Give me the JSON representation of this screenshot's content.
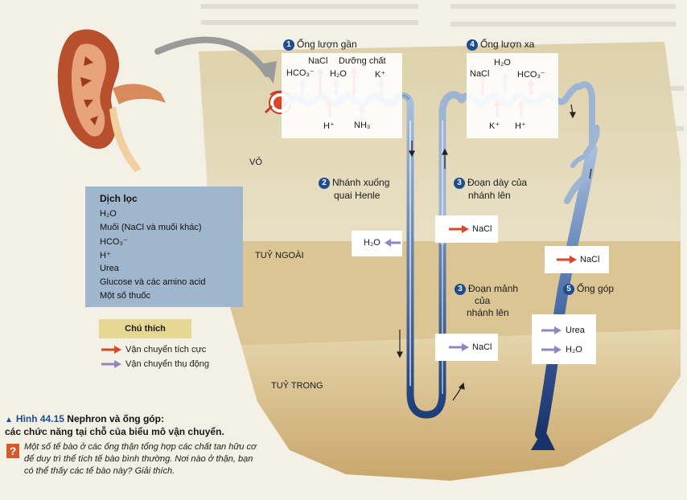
{
  "regions": {
    "cortex": "VỎ",
    "outer_medulla": "TUỶ NGOÀI",
    "inner_medulla": "TUỶ TRONG"
  },
  "segments": {
    "s1": {
      "num": "1",
      "title": "Ống lượn gần"
    },
    "s2": {
      "num": "2",
      "title_l1": "Nhánh xuống",
      "title_l2": "quai Henle"
    },
    "s3a": {
      "num": "3",
      "title_l1": "Đoạn dày của",
      "title_l2": "nhánh lên"
    },
    "s3b": {
      "num": "3",
      "title_l1": "Đoạn mảnh",
      "title_l2": "của",
      "title_l3": "nhánh lên"
    },
    "s4": {
      "num": "4",
      "title": "Ống lượn xa"
    },
    "s5": {
      "num": "5",
      "title": "Ống góp"
    }
  },
  "box1": {
    "top": [
      "HCO₃⁻",
      "NaCl",
      "Dưỡng chất",
      "H₂O",
      "K⁺"
    ],
    "bottom": [
      "H⁺",
      "NH₃"
    ]
  },
  "box4": {
    "top": [
      "NaCl",
      "H₂O",
      "HCO₃⁻"
    ],
    "bottom": [
      "K⁺",
      "H⁺"
    ]
  },
  "box_desc_h2o": "H₂O",
  "box_thick_nacl": "NaCl",
  "box_thin_nacl": "NaCl",
  "box_cd_nacl": "NaCl",
  "box_cd_urea": "Urea",
  "box_cd_h2o": "H₂O",
  "filtrate": {
    "title": "Dịch lọc",
    "items": [
      "H₂O",
      "Muối (NaCl và muối khác)",
      "HCO₃⁻",
      "H⁺",
      "Urea",
      "Glucose và các amino acid",
      "Một số thuốc"
    ]
  },
  "legend": {
    "title": "Chú thích",
    "active": "Vận chuyển tích cực",
    "passive": "Vận chuyển thụ động"
  },
  "caption": {
    "fig": "Hình 44.15",
    "title_l1": "Nephron và ống góp:",
    "title_l2": "các chức năng tại chỗ của biểu mô vận chuyển."
  },
  "question": {
    "l1": "Một số tế bào ở các ống thận tổng hợp các chất tan hữu cơ",
    "l2": "để duy trì thể tích tế bào bình thường. Nơi nào ở thận, bạn",
    "l3": "có thể thấy các tế bào này? Giải thích."
  },
  "colors": {
    "active": "#d9472b",
    "passive": "#8f86c2",
    "tubule": "#9db5d3",
    "tubule_dark": "#1d3d7a",
    "number": "#1f4c8f",
    "filtrate_bg": "#9fb6cc",
    "legend_bg": "#e6d893"
  },
  "icons": [
    "kidney-illustration",
    "glomerulus-icon",
    "active-arrow-icon",
    "passive-arrow-icon",
    "question-icon"
  ]
}
